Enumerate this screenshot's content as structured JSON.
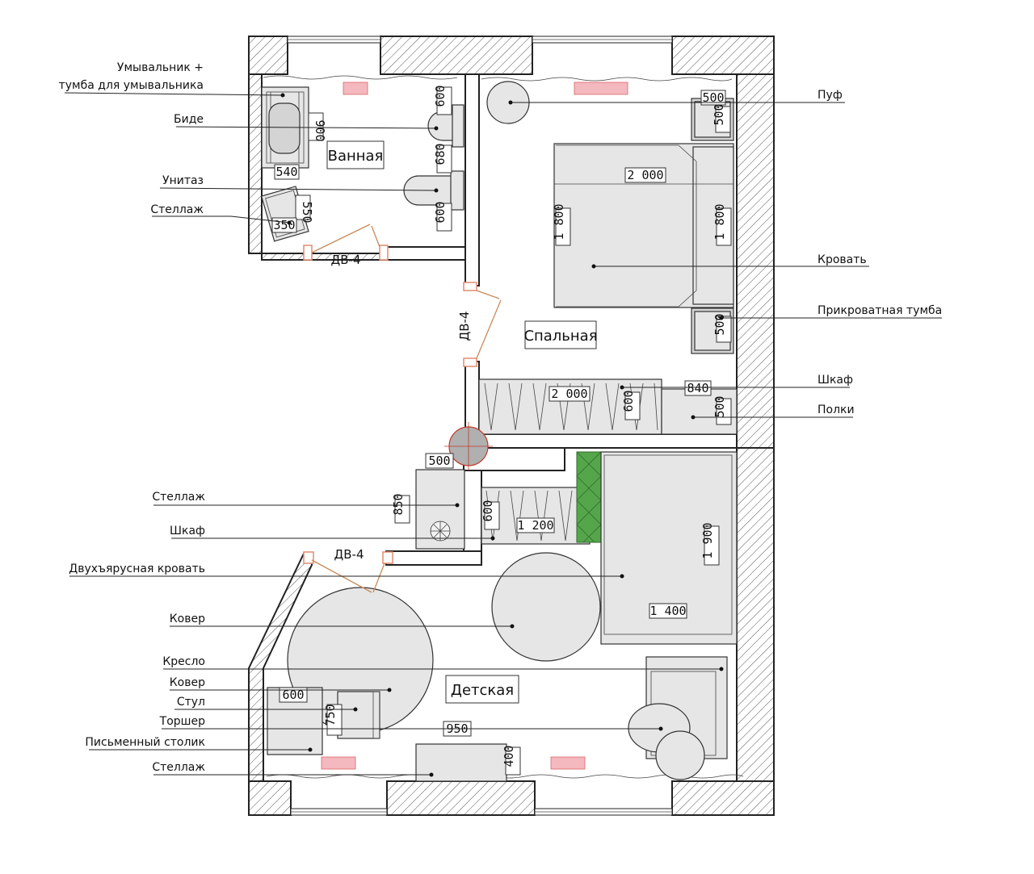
{
  "rooms": {
    "bathroom": "Ванная",
    "bedroom": "Спальная",
    "kids": "Детская"
  },
  "doors": {
    "d1": "ДВ-4",
    "d2": "ДВ-4",
    "d3": "ДВ-4"
  },
  "labels": {
    "sink_1": "Умывальник +",
    "sink_2": "тумба для умывальника",
    "bidet": "Биде",
    "toilet": "Унитаз",
    "bath_shelf": "Стеллаж",
    "pouf": "Пуф",
    "bed": "Кровать",
    "nightstand": "Прикроватная тумба",
    "wardrobe": "Шкаф",
    "shelves": "Полки",
    "kids_shelf": "Стеллаж",
    "kids_wardrobe": "Шкаф",
    "bunk_bed": "Двухъярусная кровать",
    "rug_1": "Ковер",
    "armchair": "Кресло",
    "rug_2": "Ковер",
    "chair": "Стул",
    "floor_lamp": "Торшер",
    "desk": "Письменный столик",
    "kids_rack": "Стеллаж"
  },
  "dims": {
    "sink_w": "540",
    "sink_h": "900",
    "bidet_h": "600",
    "gap_h": "680",
    "toilet_h": "600",
    "shelf_h": "550",
    "shelf_w": "350",
    "pouf_w": "500",
    "pouf_h": "500",
    "bed_len": "2 000",
    "bed_w_left": "1 800",
    "bed_w_right": "1 800",
    "night_h": "500",
    "wardrobe_w": "2 000",
    "wardrobe_d": "600",
    "shelves_w": "840",
    "shelves_d": "500",
    "kshelf_w": "500",
    "kshelf_h": "850",
    "kward_d": "600",
    "kward_w": "1 200",
    "bunk_len": "1 900",
    "bunk_w": "1 400",
    "desk_w": "600",
    "desk_h": "750",
    "rack_w": "950",
    "rack_d": "400"
  }
}
